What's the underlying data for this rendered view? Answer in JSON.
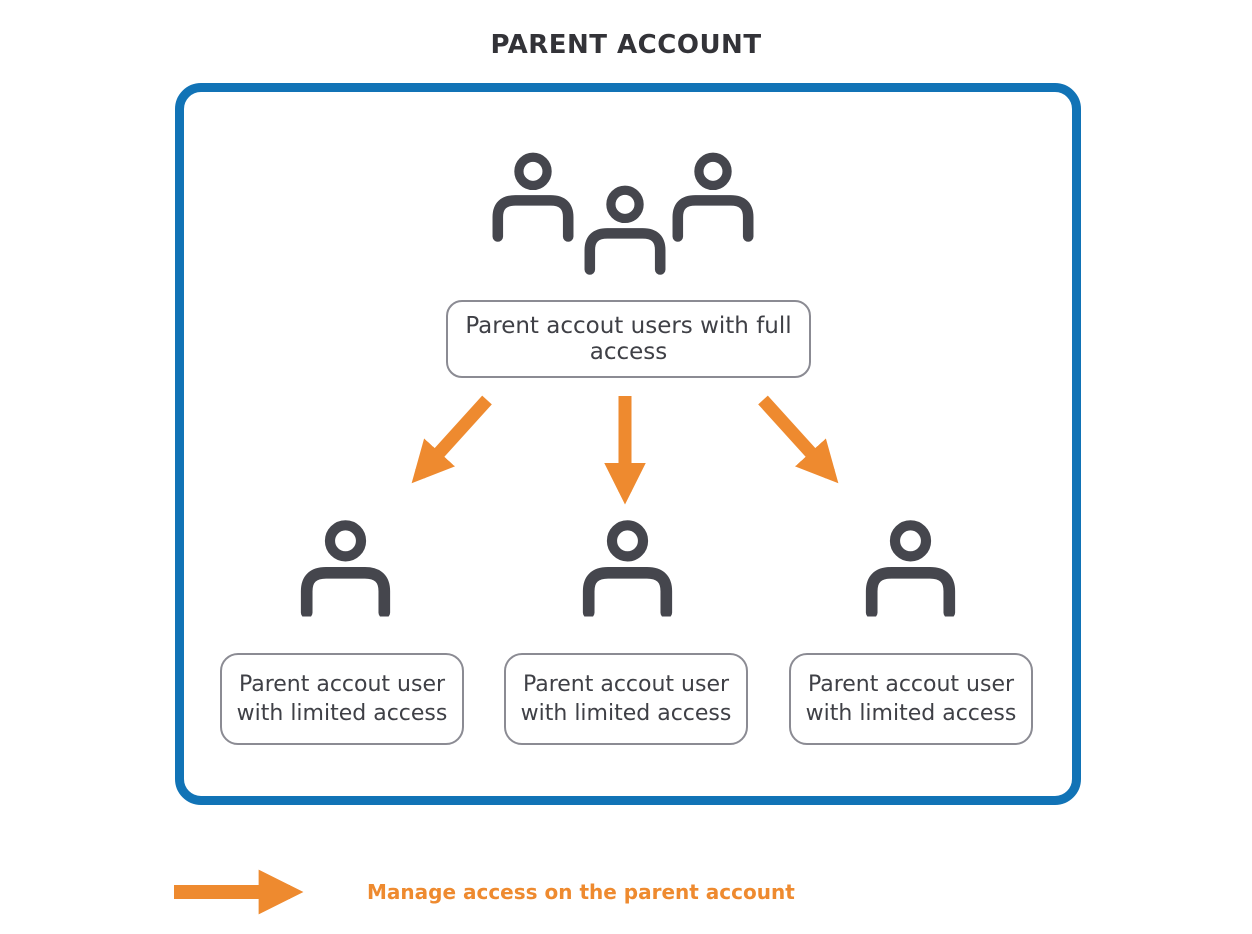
{
  "title": "PARENT ACCOUNT",
  "colors": {
    "frame_blue": "#1173b6",
    "arrow_orange": "#ee8a2f",
    "icon_charcoal": "#45464d",
    "label_border_gray": "#8b8b93",
    "label_text": "#3f4046",
    "title_text": "#333338"
  },
  "diagram": {
    "top_group": {
      "icon": "users-group-icon",
      "label": "Parent accout users with full access"
    },
    "arrows": [
      {
        "icon": "arrow-down-left-icon"
      },
      {
        "icon": "arrow-down-icon"
      },
      {
        "icon": "arrow-down-right-icon"
      }
    ],
    "children": [
      {
        "icon": "user-icon",
        "label_line1": "Parent accout user",
        "label_line2": "with limited access"
      },
      {
        "icon": "user-icon",
        "label_line1": "Parent accout user",
        "label_line2": "with limited access"
      },
      {
        "icon": "user-icon",
        "label_line1": "Parent accout user",
        "label_line2": "with limited access"
      }
    ]
  },
  "legend": {
    "icon": "right-arrow-icon",
    "label": "Manage access on the parent account"
  }
}
